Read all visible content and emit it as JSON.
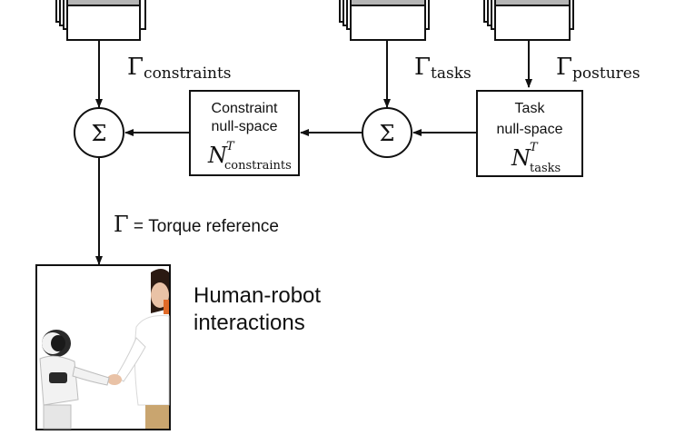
{
  "gamma_symbol": "Γ",
  "sigma_symbol": "Σ",
  "labels": {
    "gamma_constraints_sub": "constraints",
    "gamma_tasks_sub": "tasks",
    "gamma_postures_sub": "postures",
    "torque_text": " = Torque reference",
    "hri_line1": "Human-robot",
    "hri_line2": "interactions"
  },
  "boxes": {
    "constraint": {
      "line1": "Constraint",
      "line2": "null-space",
      "n_symbol": "N",
      "sup": "T",
      "sub": "constraints"
    },
    "task": {
      "line1": "Task",
      "line2": "null-space",
      "n_symbol": "N",
      "sup": "T",
      "sub": "tasks"
    }
  },
  "colors": {
    "stroke": "#111111",
    "stack_top": "#b5b5b5",
    "photo_bg": "#ffffff",
    "robot_white": "#f2f2f2",
    "robot_dark": "#2a2a2a",
    "skin": "#e9c2a6",
    "hair": "#2b1a12",
    "shirt": "#ffffff",
    "accent_orange": "#e06a28",
    "skirt": "#c9a56f"
  }
}
